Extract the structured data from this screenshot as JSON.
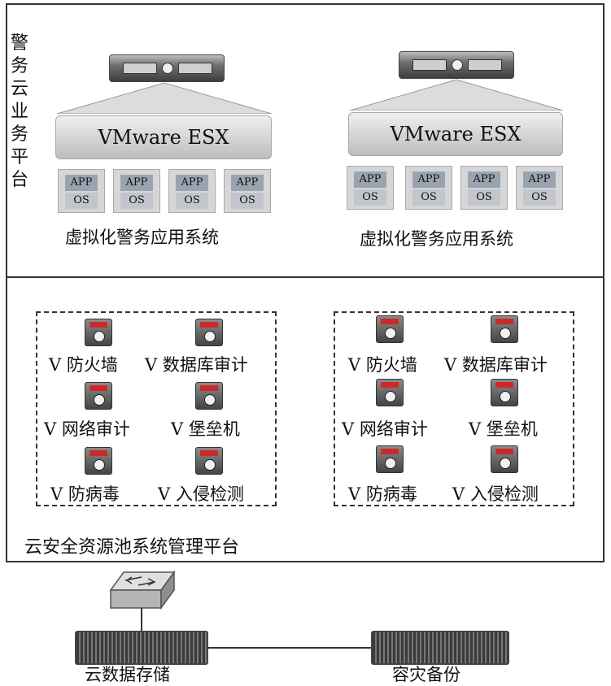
{
  "vertical_title": "警务云业务平台",
  "esx": [
    {
      "label": "VMware ESX",
      "vms": [
        {
          "app": "APP",
          "os": "OS"
        },
        {
          "app": "APP",
          "os": "OS"
        },
        {
          "app": "APP",
          "os": "OS"
        },
        {
          "app": "APP",
          "os": "OS"
        }
      ],
      "system_label": "虚拟化警务应用系统"
    },
    {
      "label": "VMware ESX",
      "vms": [
        {
          "app": "APP",
          "os": "OS"
        },
        {
          "app": "APP",
          "os": "OS"
        },
        {
          "app": "APP",
          "os": "OS"
        },
        {
          "app": "APP",
          "os": "OS"
        }
      ],
      "system_label": "虚拟化警务应用系统"
    }
  ],
  "security_groups": [
    {
      "items": [
        "V 防火墙",
        "V 数据库审计",
        "V 网络审计",
        "V 堡垒机",
        "V 防病毒",
        "V 入侵检测"
      ]
    },
    {
      "items": [
        "V 防火墙",
        "V 数据库审计",
        "V 网络审计",
        "V 堡垒机",
        "V 防病毒",
        "V 入侵检测"
      ]
    }
  ],
  "platform_label": "云安全资源池系统管理平台",
  "storage": {
    "left_label": "云数据存储",
    "right_label": "容灾备份"
  },
  "colors": {
    "border": "#333333",
    "esx_fill": "#d4d4d4",
    "vm_fill": "#d6d6d6",
    "icon_tag": "#cc2a2a"
  }
}
